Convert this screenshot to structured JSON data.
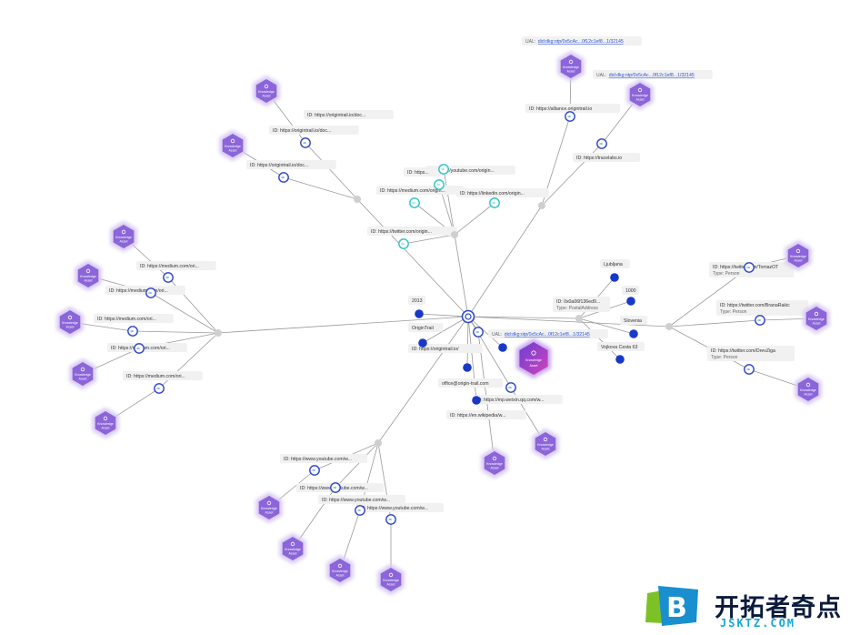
{
  "graph": {
    "hub": "hub",
    "knowledge_asset": {
      "line1": "Knowledge",
      "line2": "Asset"
    },
    "nodes": [
      {
        "id": "hub",
        "kind": "main"
      },
      {
        "id": "med_col",
        "kind": "col"
      },
      {
        "id": "tw_col",
        "kind": "col"
      },
      {
        "id": "yt_col",
        "kind": "col"
      },
      {
        "id": "addr_col",
        "kind": "col"
      },
      {
        "id": "pers_col",
        "kind": "col"
      },
      {
        "id": "ol_col",
        "kind": "col"
      },
      {
        "id": "orig_col",
        "kind": "col"
      },
      {
        "id": "dk1",
        "kind": "blue"
      },
      {
        "id": "dk2",
        "kind": "blue"
      },
      {
        "id": "dk3",
        "kind": "blue"
      },
      {
        "id": "dk4",
        "kind": "blue"
      },
      {
        "id": "dk5",
        "kind": "blue"
      },
      {
        "id": "dk6",
        "kind": "blue"
      },
      {
        "id": "dk7",
        "kind": "blue"
      },
      {
        "id": "dk8",
        "kind": "blue"
      },
      {
        "id": "dk9",
        "kind": "blue"
      },
      {
        "id": "ur1",
        "kind": "ring"
      },
      {
        "id": "ur2",
        "kind": "ring"
      },
      {
        "id": "orig1",
        "kind": "ring"
      },
      {
        "id": "orig2",
        "kind": "ring"
      },
      {
        "id": "ol1",
        "kind": "ring"
      },
      {
        "id": "ol2",
        "kind": "ring"
      },
      {
        "id": "m1",
        "kind": "ring"
      },
      {
        "id": "m2",
        "kind": "ring"
      },
      {
        "id": "m3",
        "kind": "ring"
      },
      {
        "id": "m4",
        "kind": "ring"
      },
      {
        "id": "m5",
        "kind": "ring"
      },
      {
        "id": "t1",
        "kind": "teal"
      },
      {
        "id": "t2",
        "kind": "teal"
      },
      {
        "id": "t3",
        "kind": "teal"
      },
      {
        "id": "t4",
        "kind": "teal"
      },
      {
        "id": "t5",
        "kind": "teal"
      },
      {
        "id": "y1",
        "kind": "ring"
      },
      {
        "id": "y2",
        "kind": "ring"
      },
      {
        "id": "y3",
        "kind": "ring"
      },
      {
        "id": "y4",
        "kind": "ring"
      },
      {
        "id": "p1",
        "kind": "ring"
      },
      {
        "id": "p2",
        "kind": "ring"
      },
      {
        "id": "p3",
        "kind": "ring"
      },
      {
        "id": "ka_main",
        "kind": "ka_main"
      },
      {
        "id": "ka_o1",
        "kind": "ka"
      },
      {
        "id": "ka_o2",
        "kind": "ka"
      },
      {
        "id": "ka_ol1",
        "kind": "ka"
      },
      {
        "id": "ka_ol2",
        "kind": "ka"
      },
      {
        "id": "ka_m1",
        "kind": "ka"
      },
      {
        "id": "ka_m2",
        "kind": "ka"
      },
      {
        "id": "ka_m3",
        "kind": "ka"
      },
      {
        "id": "ka_m4",
        "kind": "ka"
      },
      {
        "id": "ka_m5",
        "kind": "ka"
      },
      {
        "id": "ka_y1",
        "kind": "ka"
      },
      {
        "id": "ka_y2",
        "kind": "ka"
      },
      {
        "id": "ka_y3",
        "kind": "ka"
      },
      {
        "id": "ka_y4",
        "kind": "ka"
      },
      {
        "id": "ka_p1",
        "kind": "ka"
      },
      {
        "id": "ka_p2",
        "kind": "ka"
      },
      {
        "id": "ka_p3",
        "kind": "ka"
      },
      {
        "id": "ka_u1",
        "kind": "ka"
      },
      {
        "id": "ka_u2",
        "kind": "ka"
      }
    ],
    "edges": [
      [
        "hub",
        "med_col"
      ],
      [
        "hub",
        "tw_col"
      ],
      [
        "hub",
        "yt_col"
      ],
      [
        "hub",
        "addr_col"
      ],
      [
        "hub",
        "pers_col"
      ],
      [
        "hub",
        "ol_col"
      ],
      [
        "hub",
        "orig_col"
      ],
      [
        "hub",
        "dk1"
      ],
      [
        "hub",
        "dk2"
      ],
      [
        "hub",
        "dk3"
      ],
      [
        "hub",
        "dk4"
      ],
      [
        "hub",
        "ur1"
      ],
      [
        "hub",
        "ur2"
      ],
      [
        "med_col",
        "m1"
      ],
      [
        "med_col",
        "m2"
      ],
      [
        "med_col",
        "m3"
      ],
      [
        "med_col",
        "m4"
      ],
      [
        "med_col",
        "m5"
      ],
      [
        "m1",
        "ka_m1"
      ],
      [
        "m2",
        "ka_m2"
      ],
      [
        "m3",
        "ka_m3"
      ],
      [
        "m4",
        "ka_m4"
      ],
      [
        "m5",
        "ka_m5"
      ],
      [
        "tw_col",
        "t1"
      ],
      [
        "tw_col",
        "t2"
      ],
      [
        "tw_col",
        "t3"
      ],
      [
        "tw_col",
        "t4"
      ],
      [
        "tw_col",
        "t5"
      ],
      [
        "yt_col",
        "y1"
      ],
      [
        "yt_col",
        "y2"
      ],
      [
        "yt_col",
        "y3"
      ],
      [
        "yt_col",
        "y4"
      ],
      [
        "y1",
        "ka_y1"
      ],
      [
        "y2",
        "ka_y2"
      ],
      [
        "y3",
        "ka_y3"
      ],
      [
        "y4",
        "ka_y4"
      ],
      [
        "addr_col",
        "dk5"
      ],
      [
        "addr_col",
        "dk6"
      ],
      [
        "addr_col",
        "dk7"
      ],
      [
        "addr_col",
        "dk8"
      ],
      [
        "pers_col",
        "p1"
      ],
      [
        "pers_col",
        "p2"
      ],
      [
        "pers_col",
        "p3"
      ],
      [
        "p1",
        "ka_p1"
      ],
      [
        "p2",
        "ka_p2"
      ],
      [
        "p3",
        "ka_p3"
      ],
      [
        "ol_col",
        "ol1"
      ],
      [
        "ol_col",
        "ol2"
      ],
      [
        "ol1",
        "ka_ol1"
      ],
      [
        "ol2",
        "ka_ol2"
      ],
      [
        "orig_col",
        "orig1"
      ],
      [
        "orig_col",
        "orig2"
      ],
      [
        "orig1",
        "ka_o1"
      ],
      [
        "orig2",
        "ka_o2"
      ],
      [
        "ur1",
        "ka_u1"
      ],
      [
        "ur2",
        "ka_u2"
      ],
      [
        "hub",
        "dk9"
      ]
    ],
    "labels": [
      {
        "id": "ual_top1",
        "prefix": "UAL:",
        "text": "did:dkg:otp/0x5cAc...0f12c1ef8...1/32145",
        "link": true
      },
      {
        "id": "ual_top2",
        "prefix": "UAL:",
        "text": "did:dkg:otp/0x5cAc...0f12c1ef8...1/32145",
        "link": true
      },
      {
        "id": "ual_main",
        "prefix": "UAL:",
        "text": "did:dkg:otp/0x5cAc...0f12c1ef8...1/32145",
        "link": true
      },
      {
        "id": "ol1",
        "text": "ID: https://alliance.origintrail.io"
      },
      {
        "id": "ol2",
        "text": "ID: https://tracelabs.io"
      },
      {
        "id": "o1",
        "text": "ID: https://origintrail.io/doc..."
      },
      {
        "id": "o2",
        "text": "ID: https://origintrail.io/doc..."
      },
      {
        "id": "o3",
        "text": "ID: https://origintrail.io/doc..."
      },
      {
        "id": "t1",
        "text": "ID: https://youtube.com/origin..."
      },
      {
        "id": "t0",
        "text": "ID: https..."
      },
      {
        "id": "t2",
        "text": "ID: https://medium.com/origin..."
      },
      {
        "id": "t3",
        "text": "ID: https://linkedin.com/origin..."
      },
      {
        "id": "t4",
        "text": "ID: https://twitter.com/origin..."
      },
      {
        "id": "m1",
        "text": "ID: https://medium.com/ori..."
      },
      {
        "id": "m2",
        "text": "ID: https://medium.com/ori..."
      },
      {
        "id": "m3",
        "text": "ID: https://medium.com/ori..."
      },
      {
        "id": "m4",
        "text": "ID: https://medium.com/ori..."
      },
      {
        "id": "m5",
        "text": "ID: https://medium.com/ori..."
      },
      {
        "id": "v2013",
        "text": "2013"
      },
      {
        "id": "origintrail",
        "text": "OriginTrail"
      },
      {
        "id": "idorig",
        "text": "ID: https://origintrail.io/"
      },
      {
        "id": "email",
        "text": "office@origin-trail.com"
      },
      {
        "id": "mp",
        "text": "ID: https://mp.weixin.qq.com/w..."
      },
      {
        "id": "wiki",
        "text": "ID: https://en.wikipedia/w..."
      },
      {
        "id": "ljubljana",
        "text": "Ljubljana"
      },
      {
        "id": "z1000",
        "text": "1000"
      },
      {
        "id": "slovenia",
        "text": "Slovenia"
      },
      {
        "id": "street",
        "text": "Vojkova Cesta 63"
      },
      {
        "id": "addr",
        "text": "ID: 0x0a06f136ed9...",
        "sub": "Type: PostalAddress"
      },
      {
        "id": "p1",
        "text": "ID: https://twitter.com/TomazOT",
        "sub": "Type: Person"
      },
      {
        "id": "p2",
        "text": "ID: https://twitter.com/BranaRakic",
        "sub": "Type: Person"
      },
      {
        "id": "p3",
        "text": "ID: https://twitter.com/DrevZiga",
        "sub": "Type: Person"
      },
      {
        "id": "y1",
        "text": "ID: https://www.youtube.com/w..."
      },
      {
        "id": "y2",
        "text": "ID: https://www.youtube.com/w..."
      },
      {
        "id": "y3",
        "text": "ID: https://www.youtube.com/w..."
      },
      {
        "id": "y4",
        "text": "ID: https://www.youtube.com/w..."
      }
    ]
  },
  "watermark": {
    "logo_letter": "B",
    "title": "开拓者奇点",
    "subtitle": "JSKTZ.COM",
    "colors": {
      "green": "#7cc225",
      "blue": "#1a8fd0",
      "navy": "#0c1b3c",
      "cyan": "#11a8d6"
    }
  },
  "colors": {
    "edge": "#9a9a9a",
    "ring": "#2946c7",
    "teal": "#2ec2c6",
    "blue_dot": "#1839c8",
    "ka_fill": "#8b65d9",
    "ka_main": "#a04bd6",
    "label_bg": "#f1f1f1",
    "collector": "#cfcfcf"
  }
}
